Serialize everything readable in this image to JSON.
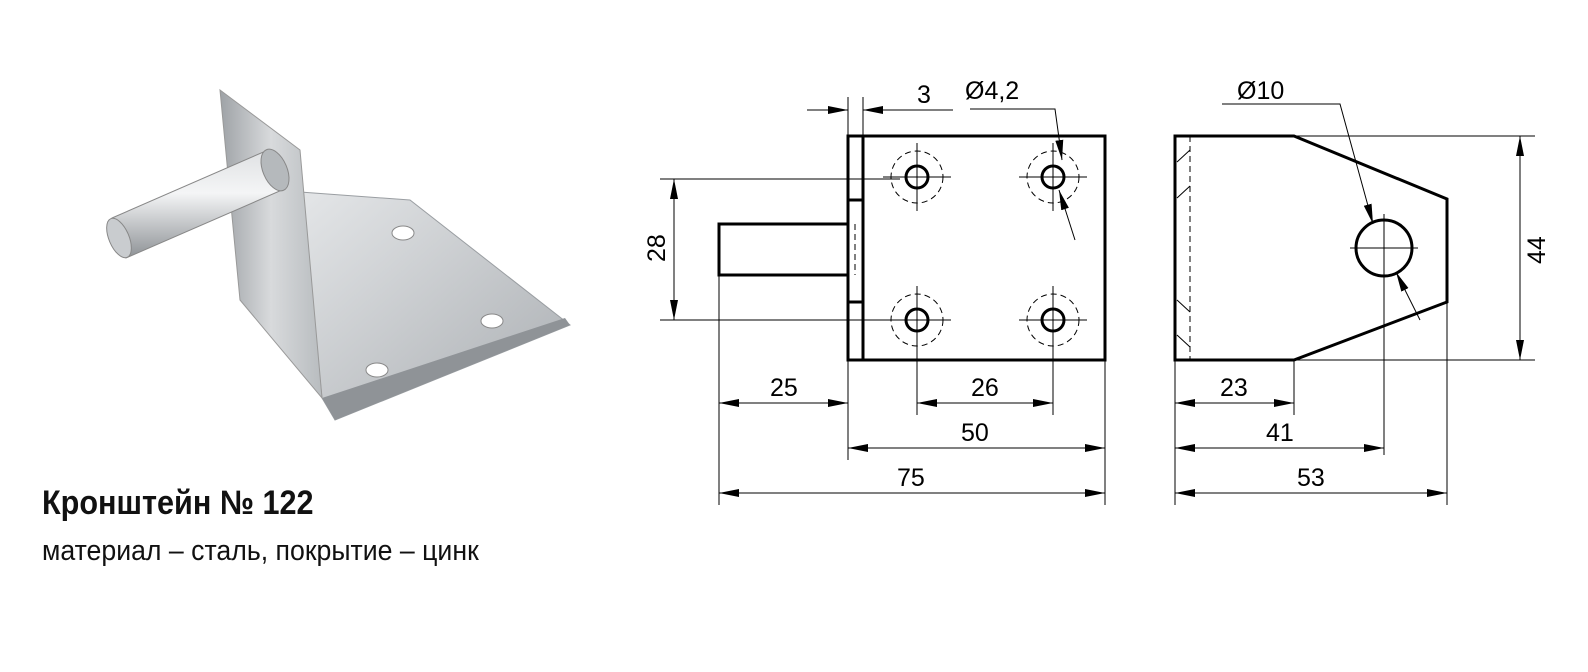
{
  "product": {
    "title": "Кронштейн № 122",
    "subtitle": "материал – сталь, покрытие – цинк"
  },
  "front_view": {
    "dims": {
      "thickness": "3",
      "hole_diameter": "Ø4,2",
      "hole_spacing_vertical": "28",
      "pin_length": "25",
      "hole_spacing_horizontal": "26",
      "plate_width": "50",
      "overall_length": "75"
    }
  },
  "side_view": {
    "dims": {
      "pin_hole_diameter": "Ø10",
      "height": "44",
      "straight_length": "23",
      "hole_center": "41",
      "overall_length": "53"
    }
  }
}
